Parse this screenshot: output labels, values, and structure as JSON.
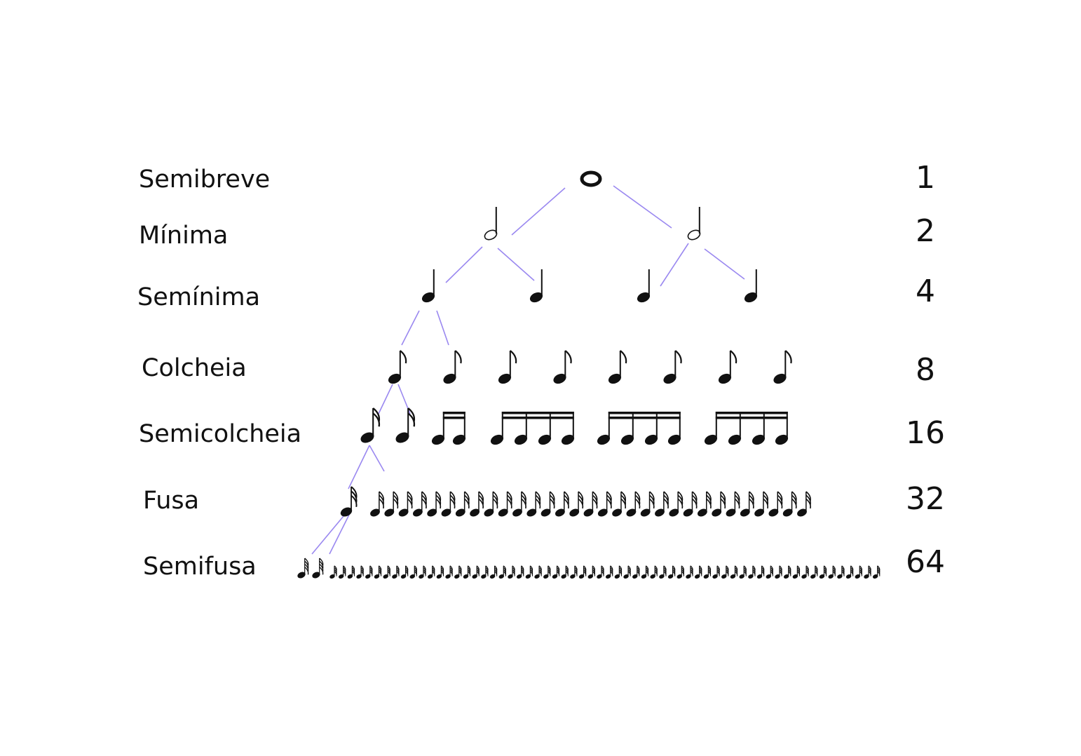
{
  "colors": {
    "connector": "#9a88f0",
    "ink": "#111111"
  },
  "rows": [
    {
      "name": "Semibreve",
      "count": "1"
    },
    {
      "name": "Mínima",
      "count": "2"
    },
    {
      "name": "Semínima",
      "count": "4"
    },
    {
      "name": "Colcheia",
      "count": "8"
    },
    {
      "name": "Semicolcheia",
      "count": "16"
    },
    {
      "name": "Fusa",
      "count": "32"
    },
    {
      "name": "Semifusa",
      "count": "64"
    }
  ]
}
